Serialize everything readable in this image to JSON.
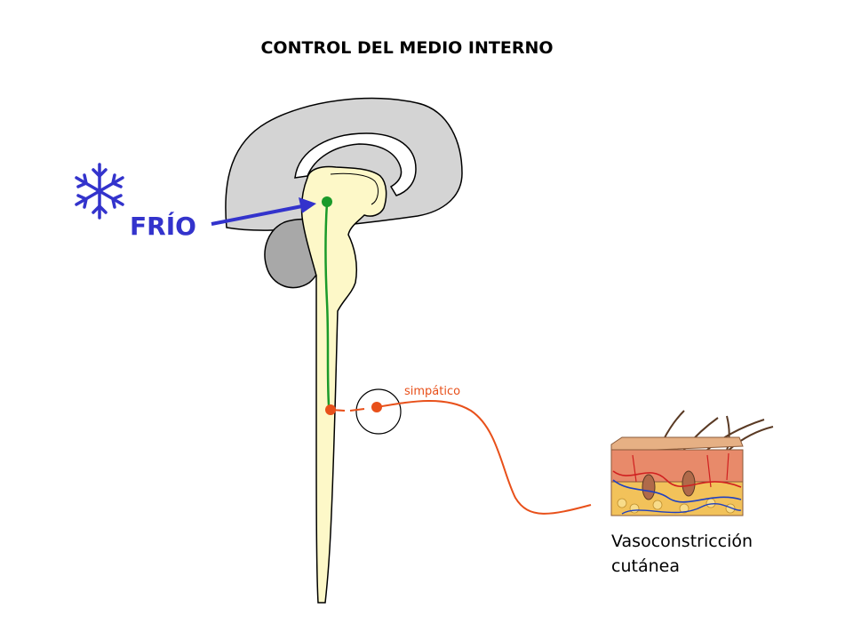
{
  "title": "CONTROL DEL MEDIO INTERNO",
  "stimulus": {
    "label": "FRÍO",
    "icon": "snowflake-icon"
  },
  "nerve": {
    "label": "simpático"
  },
  "effect": {
    "line1": "Vasoconstricción",
    "line2": "cutánea"
  },
  "colors": {
    "stimulus_blue": "#3333cc",
    "central_pathway_green": "#1a9a2a",
    "sympathetic_orange": "#e8501a",
    "cord_yellow": "#fdf8c8",
    "brain_gray": "#d4d4d4",
    "cerebellum_gray": "#a8a8a8"
  }
}
